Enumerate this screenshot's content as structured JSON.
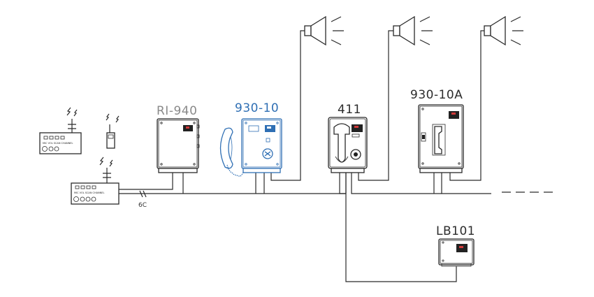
{
  "labels": {
    "ri940": "RI-940",
    "u930_10": "930-10",
    "u411": "411",
    "u930_10a": "930-10A",
    "lb101": "LB101",
    "cable": "6C",
    "radio_keys": "MIC VOL SCAN CHANNEL"
  },
  "colors": {
    "line": "#2a2a2a",
    "highlight": "#2f6fb4",
    "muted_label": "#8a8a8a",
    "badge_red": "#d23a3a"
  },
  "icons": [
    "speaker-icon",
    "handset-icon",
    "radio-icon",
    "antenna-icon",
    "walkie-talkie-icon"
  ]
}
